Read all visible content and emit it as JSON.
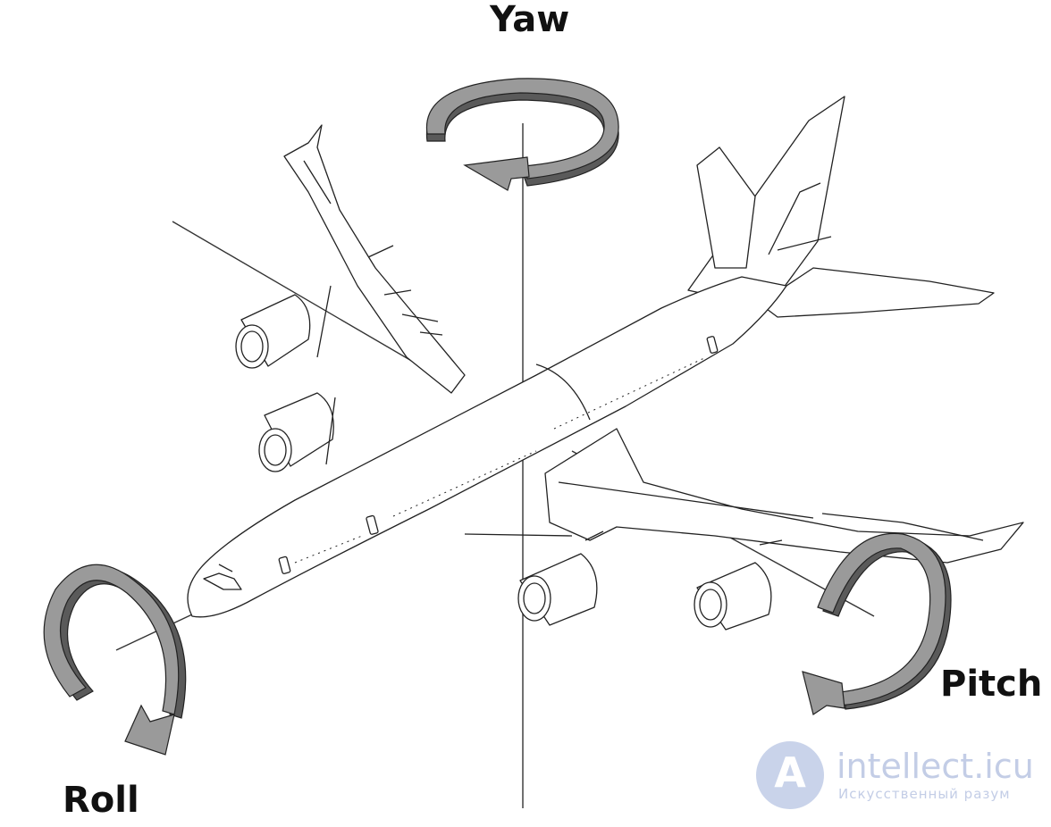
{
  "labels": {
    "yaw": "Yaw",
    "pitch": "Pitch",
    "roll": "Roll"
  },
  "watermark": {
    "logo_letter": "A",
    "site": "intellect.icu",
    "tagline": "Искусственный разум"
  },
  "colors": {
    "arrow_face": "#9a9a9a",
    "arrow_side": "#5a5a5a",
    "lines": "#222222",
    "watermark": "#c3cde6"
  }
}
